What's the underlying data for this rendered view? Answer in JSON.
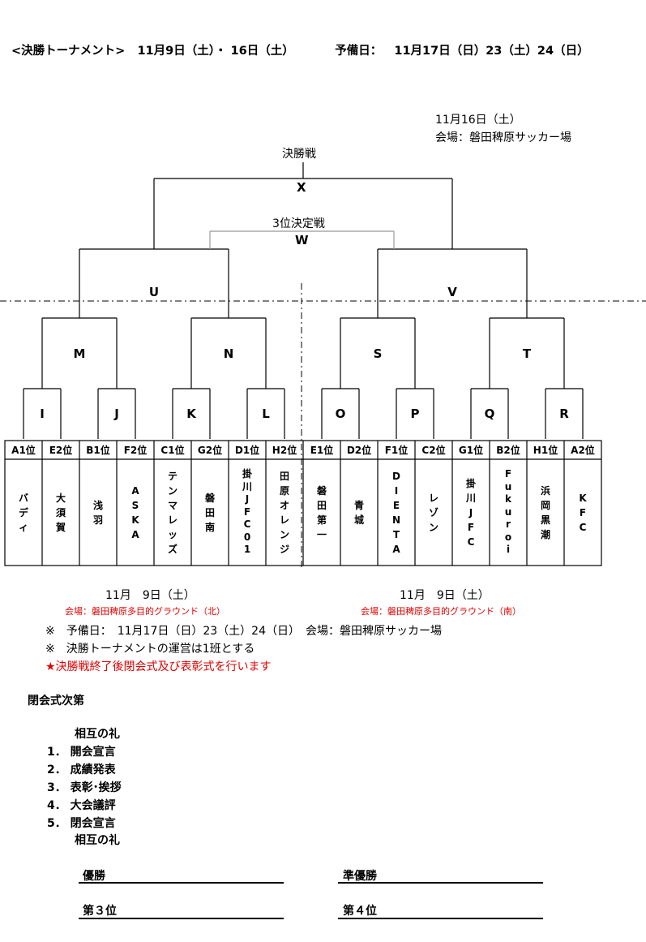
{
  "header": {
    "title": "<決勝トーナメント>",
    "dates": "11月9日（土）・ 16日（土）",
    "reserve_label": "予備日：",
    "reserve_dates": "11月17日（日）23（土）24（日）"
  },
  "final_info": {
    "date": "11月16日（土）",
    "venue": "会場：磐田稗原サッカー場"
  },
  "final": {
    "label": "決勝戦",
    "match": "X"
  },
  "third_place": {
    "label": "3位決定戦",
    "match": "W"
  },
  "semis": [
    "U",
    "V"
  ],
  "quarters": [
    "M",
    "N",
    "S",
    "T"
  ],
  "round16": [
    "I",
    "J",
    "K",
    "L",
    "O",
    "P",
    "Q",
    "R"
  ],
  "seeds": [
    "A1位",
    "E2位",
    "B1位",
    "F2位",
    "C1位",
    "G2位",
    "D1位",
    "H2位",
    "E1位",
    "D2位",
    "F1位",
    "C2位",
    "G1位",
    "B2位",
    "H1位",
    "A2位"
  ],
  "teams": [
    [
      "バ",
      "デ",
      "ィ"
    ],
    [
      "大",
      "須",
      "賀"
    ],
    [
      "浅",
      "羽"
    ],
    [
      "A",
      "S",
      "K",
      "A"
    ],
    [
      "テ",
      "ン",
      "マ",
      "レ",
      "ッ",
      "ズ"
    ],
    [
      "磐",
      "田",
      "南"
    ],
    [
      "掛",
      "川",
      "J",
      "F",
      "C",
      "0",
      "1"
    ],
    [
      "田",
      "原",
      "オ",
      "レ",
      "ン",
      "ジ"
    ],
    [
      "磐",
      "田",
      "第",
      "一"
    ],
    [
      "青",
      "城"
    ],
    [
      "D",
      "I",
      "E",
      "N",
      "T",
      "A"
    ],
    [
      "レ",
      "ゾ",
      "ン"
    ],
    [
      "掛",
      "川",
      "J",
      "F",
      "C"
    ],
    [
      "F",
      "u",
      "k",
      "u",
      "r",
      "o",
      "i"
    ],
    [
      "浜",
      "岡",
      "黒",
      "潮"
    ],
    [
      "K",
      "F",
      "C"
    ]
  ],
  "left_info": {
    "date": "11月　9日（土）",
    "venue": "会場：磐田稗原多目的グラウンド（北）"
  },
  "right_info": {
    "date": "11月　9日（土）",
    "venue": "会場：磐田稗原多目的グラウンド（南）"
  },
  "notes": [
    "※　予備日：　11月17日（日）23（土）24（日）　会場：磐田稗原サッカー場",
    "※　決勝トーナメントの運営は1班とする",
    "★決勝戦終了後閉会式及び表彰式を行います"
  ],
  "ceremony": {
    "title": "閉会式次第",
    "opening": "相互の礼",
    "items": [
      {
        "num": "1．",
        "text": "開会宣言"
      },
      {
        "num": "2．",
        "text": "成績発表"
      },
      {
        "num": "3．",
        "text": "表彰･挨拶"
      },
      {
        "num": "4．",
        "text": "大会議評"
      },
      {
        "num": "5．",
        "text": "閉会宣言"
      }
    ],
    "closing": "相互の礼"
  },
  "results": [
    "優勝",
    "準優勝",
    "第３位",
    "第４位"
  ],
  "colors": {
    "accent_red": "#e00000",
    "third_place_line": "#999999"
  }
}
